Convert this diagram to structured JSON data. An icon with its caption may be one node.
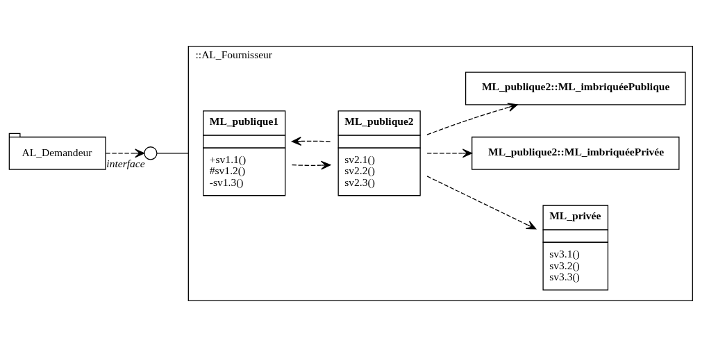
{
  "diagram": {
    "nodes": [
      {
        "text": [
          "::AL_Fournisseur"
        ]
      },
      {
        "text": [
          "ML_publique1",
          "+sv1.1()",
          "#sv1.2()",
          "-sv1.3()"
        ],
        "in": 0
      },
      {
        "text": [
          "ML_publique2",
          "sv2.1()",
          "sv2.2()",
          "sv2.3()"
        ],
        "in": 0
      },
      {
        "text": [
          "ML_privée",
          "sv3.1()",
          "sv3.2()",
          "sv3.3()"
        ],
        "in": 0
      },
      {
        "text": [
          "ML_publique2::ML_imbriquéePrivée"
        ],
        "in": 0
      },
      {
        "text": [
          "ML_publique2::ML_imbriquéePublique"
        ],
        "in": 0
      },
      {
        "text": [],
        "shape": "circle",
        "beside": [
          "interface"
        ]
      },
      {
        "text": [
          "AL_Demandeur"
        ]
      }
    ],
    "edges": [
      {
        "from": 7,
        "to": 6,
        "arrow": "to",
        "style": "dashed"
      },
      {
        "from": 6,
        "to": 0,
        "arrow": "none"
      },
      {
        "from": 2,
        "to": 1,
        "arrow": "to",
        "style": "dashed"
      },
      {
        "from": 1,
        "to": 2,
        "arrow": "to",
        "style": "dashed"
      },
      {
        "from": 2,
        "to": 3,
        "arrow": "to",
        "style": "dashed"
      },
      {
        "from": 2,
        "to": 4,
        "arrow": "to",
        "style": "dashed"
      },
      {
        "from": 2,
        "to": 5,
        "arrow": "to",
        "style": "dashed"
      }
    ]
  }
}
